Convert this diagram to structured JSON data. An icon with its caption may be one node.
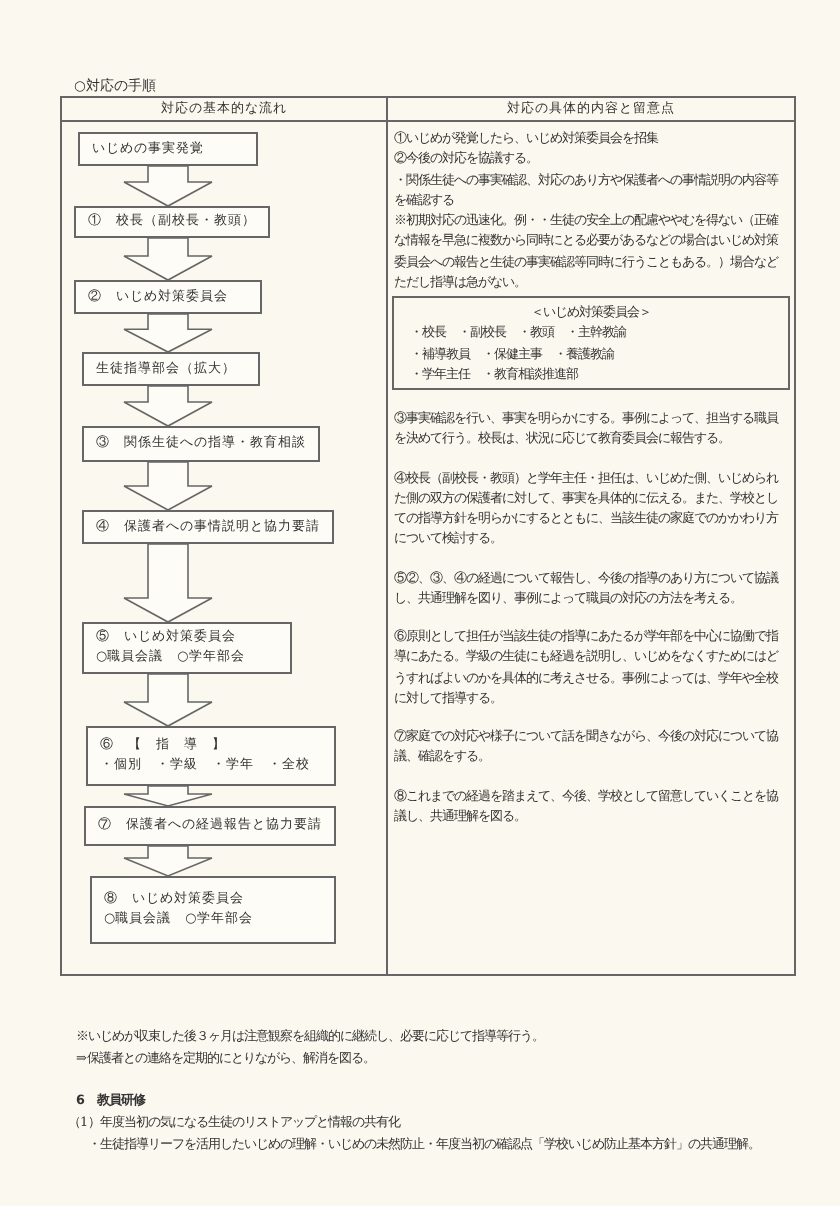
{
  "diagram": {
    "title": "○対応の手順",
    "nodes": [
      {
        "text": [
          "対応の基本的な流れ"
        ]
      },
      {
        "text": [
          "いじめの事実発覚"
        ],
        "in": 0
      },
      {
        "text": [
          "①　校長（副校長・教頭）"
        ],
        "in": 0
      },
      {
        "text": [
          "②　いじめ対策委員会"
        ],
        "in": 0
      },
      {
        "text": [
          "生徒指導部会（拡大）"
        ],
        "in": 0
      },
      {
        "text": [
          "③　関係生徒への指導・教育相談"
        ],
        "in": 0
      },
      {
        "text": [
          "④　保護者への事情説明と協力要請"
        ],
        "in": 0
      },
      {
        "text": [
          "⑤　いじめ対策委員会",
          "○職員会議　○学年部会"
        ],
        "in": 0
      },
      {
        "text": [
          "⑥　【　指　導　】",
          "・個別　・学級　・学年　・全校"
        ],
        "in": 0
      },
      {
        "text": [
          "⑦　保護者への経過報告と協力要請"
        ],
        "in": 0
      },
      {
        "text": [
          "⑧　いじめ対策委員会",
          "○職員会議　○学年部会"
        ],
        "in": 0
      },
      {
        "text": [
          "対応の具体的内容と留意点",
          "①いじめが発覚したら、いじめ対策委員会を招集",
          "②今後の対応を協議する。",
          "・関係生徒への事実確認、対応のあり方や保護者への事情説明の内容等を確認する",
          "※初期対応の迅速化。例・・生徒の安全上の配慮ややむを得ない（正確な情報を早急に複数から同時にとる必要があるなどの場合はいじめ対策委員会への報告と生徒の事実確認等同時に行うこともある。）場合などただし指導は急がない。",
          "③事実確認を行い、事実を明らかにする。事例によって、担当する職員を決めて行う。校長は、状況に応じて教育委員会に報告する。",
          "④校長（副校長・教頭）と学年主任・担任は、いじめた側、いじめられた側の双方の保護者に対して、事実を具体的に伝える。また、学校としての指導方針を明らかにするとともに、当該生徒の家庭でのかかわり方について検討する。",
          "⑤②、③、④の経過について報告し、今後の指導のあり方について協議し、共通理解を図り、事例によって職員の対応の方法を考える。",
          "⑥原則として担任が当該生徒の指導にあたるが学年部を中心に協働で指導にあたる。学級の生徒にも経過を説明し、いじめをなくすためにはどうすればよいのかを具体的に考えさせる。事例によっては、学年や全校に対して指導する。",
          "⑦家庭での対応や様子について話を聞きながら、今後の対応について協議、確認をする。",
          "⑧これまでの経過を踏まえて、今後、学校として留意していくことを協議し、共通理解を図る。"
        ]
      },
      {
        "text": [
          "＜いじめ対策委員会＞",
          "・校長　・副校長　・教頭　・主幹教諭",
          "・補導教員　・保健主事　・養護教諭",
          "・学年主任　・教育相談推進部"
        ],
        "in": 11
      }
    ],
    "edges": [
      {
        "from": 1,
        "to": 2,
        "arrow": "to"
      },
      {
        "from": 2,
        "to": 3,
        "arrow": "to"
      },
      {
        "from": 3,
        "to": 4,
        "arrow": "to"
      },
      {
        "from": 4,
        "to": 5,
        "arrow": "to"
      },
      {
        "from": 5,
        "to": 6,
        "arrow": "to"
      },
      {
        "from": 6,
        "to": 7,
        "arrow": "to"
      },
      {
        "from": 7,
        "to": 8,
        "arrow": "to"
      },
      {
        "from": 8,
        "to": 9,
        "arrow": "to"
      },
      {
        "from": 9,
        "to": 10,
        "arrow": "to"
      }
    ],
    "labels": [
      "※いじめが収束した後３ヶ月は注意観察を組織的に継続し、必要に応じて指導等行う。",
      "⇒保護者との連絡を定期的にとりながら、解消を図る。",
      "6　教員研修",
      "（1）年度当初の気になる生徒のリストアップと情報の共有化",
      "・生徒指導リーフを活用したいじめの理解・いじめの未然防止・年度当初の確認点「学校いじめ防止基本方針」の共通理解。"
    ]
  }
}
